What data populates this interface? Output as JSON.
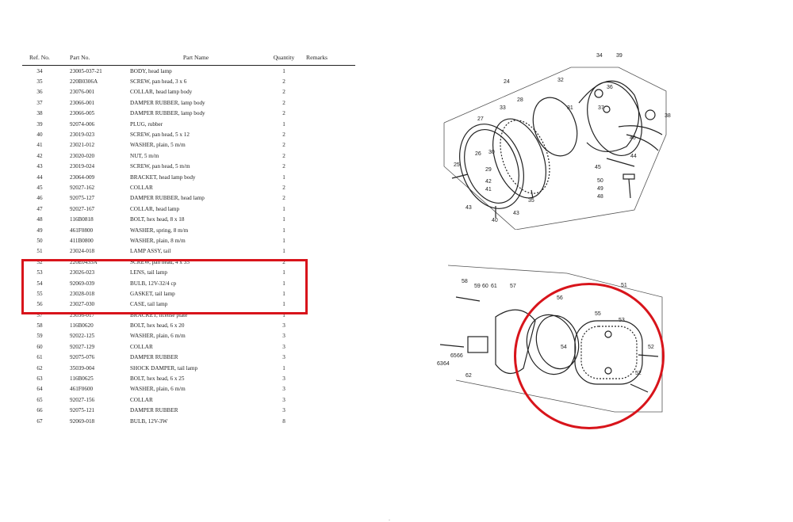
{
  "headers": {
    "ref": "Ref. No.",
    "part_no": "Part No.",
    "part_name": "Part   Name",
    "quantity": "Quantity",
    "remarks": "Remarks"
  },
  "rows": [
    {
      "ref": "34",
      "pn": "23005-037-21",
      "name": "BODY,  head lamp",
      "qty": "1"
    },
    {
      "ref": "35",
      "pn": "220B0306A",
      "name": "SCREW,  pan head, 3 x 6",
      "qty": "2"
    },
    {
      "ref": "36",
      "pn": "23076-001",
      "name": "COLLAR,  head lamp body",
      "qty": "2"
    },
    {
      "ref": "37",
      "pn": "23066-001",
      "name": "DAMPER RUBBER,  lamp body",
      "qty": "2"
    },
    {
      "ref": "38",
      "pn": "23066-005",
      "name": "DAMPER RUBBER,  lamp body",
      "qty": "2"
    },
    {
      "ref": "39",
      "pn": "92074-006",
      "name": "PLUG,  rubber",
      "qty": "1"
    },
    {
      "ref": "40",
      "pn": "23019-023",
      "name": "SCREW,  pan head, 5 x 12",
      "qty": "2"
    },
    {
      "ref": "41",
      "pn": "23021-012",
      "name": "WASHER,  plain, 5 m/m",
      "qty": "2"
    },
    {
      "ref": "42",
      "pn": "23020-020",
      "name": "NUT,  5 m/m",
      "qty": "2"
    },
    {
      "ref": "43",
      "pn": "23019-024",
      "name": "SCREW,  pan head, 5 m/m",
      "qty": "2"
    },
    {
      "ref": "44",
      "pn": "23064-009",
      "name": "BRACKET,  head lamp body",
      "qty": "1"
    },
    {
      "ref": "45",
      "pn": "92027-162",
      "name": "COLLAR",
      "qty": "2"
    },
    {
      "ref": "46",
      "pn": "92075-127",
      "name": "DAMPER RUBBER,  head lamp",
      "qty": "2"
    },
    {
      "ref": "47",
      "pn": "92027-167",
      "name": "COLLAR,  head lamp",
      "qty": "1"
    },
    {
      "ref": "48",
      "pn": "116B0818",
      "name": "BOLT,  hex head, 8 x 18",
      "qty": "1"
    },
    {
      "ref": "49",
      "pn": "461F0800",
      "name": "WASHER,  spring, 8 m/m",
      "qty": "1"
    },
    {
      "ref": "50",
      "pn": "411B0800",
      "name": "WASHER,  plain, 8 m/m",
      "qty": "1"
    },
    {
      "ref": "51",
      "pn": "23024-018",
      "name": "LAMP ASSY,  tail",
      "qty": "1"
    },
    {
      "ref": "52",
      "pn": "220E0435A",
      "name": "SCREW,  pan head, 4 x 35",
      "qty": "2"
    },
    {
      "ref": "53",
      "pn": "23026-023",
      "name": "LENS,  tail lamp",
      "qty": "1"
    },
    {
      "ref": "54",
      "pn": "92069-039",
      "name": "BULB,  12V-32/4 cp",
      "qty": "1"
    },
    {
      "ref": "55",
      "pn": "23028-018",
      "name": "GASKET,  tail lamp",
      "qty": "1"
    },
    {
      "ref": "56",
      "pn": "23027-030",
      "name": "CASE,  tail lamp",
      "qty": "1"
    },
    {
      "ref": "57",
      "pn": "23036-017",
      "name": "BRACKET,  license plate",
      "qty": "1"
    },
    {
      "ref": "58",
      "pn": "116B0620",
      "name": "BOLT,  hex head, 6 x 20",
      "qty": "3"
    },
    {
      "ref": "59",
      "pn": "92022-125",
      "name": "WASHER,  plain, 6 m/m",
      "qty": "3"
    },
    {
      "ref": "60",
      "pn": "92027-129",
      "name": "COLLAR",
      "qty": "3"
    },
    {
      "ref": "61",
      "pn": "92075-076",
      "name": "DAMPER RUBBER",
      "qty": "3"
    },
    {
      "ref": "62",
      "pn": "35039-004",
      "name": "SHOCK DAMPER,  tail lamp",
      "qty": "1"
    },
    {
      "ref": "63",
      "pn": "116B0625",
      "name": "BOLT,  hex head, 6 x 25",
      "qty": "3"
    },
    {
      "ref": "64",
      "pn": "461F0600",
      "name": "WASHER,  plain, 6 m/m",
      "qty": "3"
    },
    {
      "ref": "65",
      "pn": "92027-156",
      "name": "COLLAR",
      "qty": "3"
    },
    {
      "ref": "66",
      "pn": "92075-121",
      "name": "DAMPER RUBBER",
      "qty": "3"
    },
    {
      "ref": "67",
      "pn": "92069-018",
      "name": "BULB,  12V-3W",
      "qty": "8"
    }
  ],
  "highlight_color": "#d8141b",
  "headlamp_callouts": [
    "34",
    "39",
    "24",
    "32",
    "36",
    "28",
    "33",
    "31",
    "37",
    "27",
    "38",
    "26",
    "30",
    "46",
    "29",
    "44",
    "25",
    "45",
    "42",
    "41",
    "50",
    "49",
    "48",
    "35",
    "43",
    "43",
    "40"
  ],
  "taillamp_callouts": [
    "58",
    "59",
    "60",
    "61",
    "57",
    "51",
    "56",
    "55",
    "53",
    "52",
    "54",
    "52",
    "63",
    "64",
    "65",
    "66",
    "62"
  ],
  "mark": "."
}
